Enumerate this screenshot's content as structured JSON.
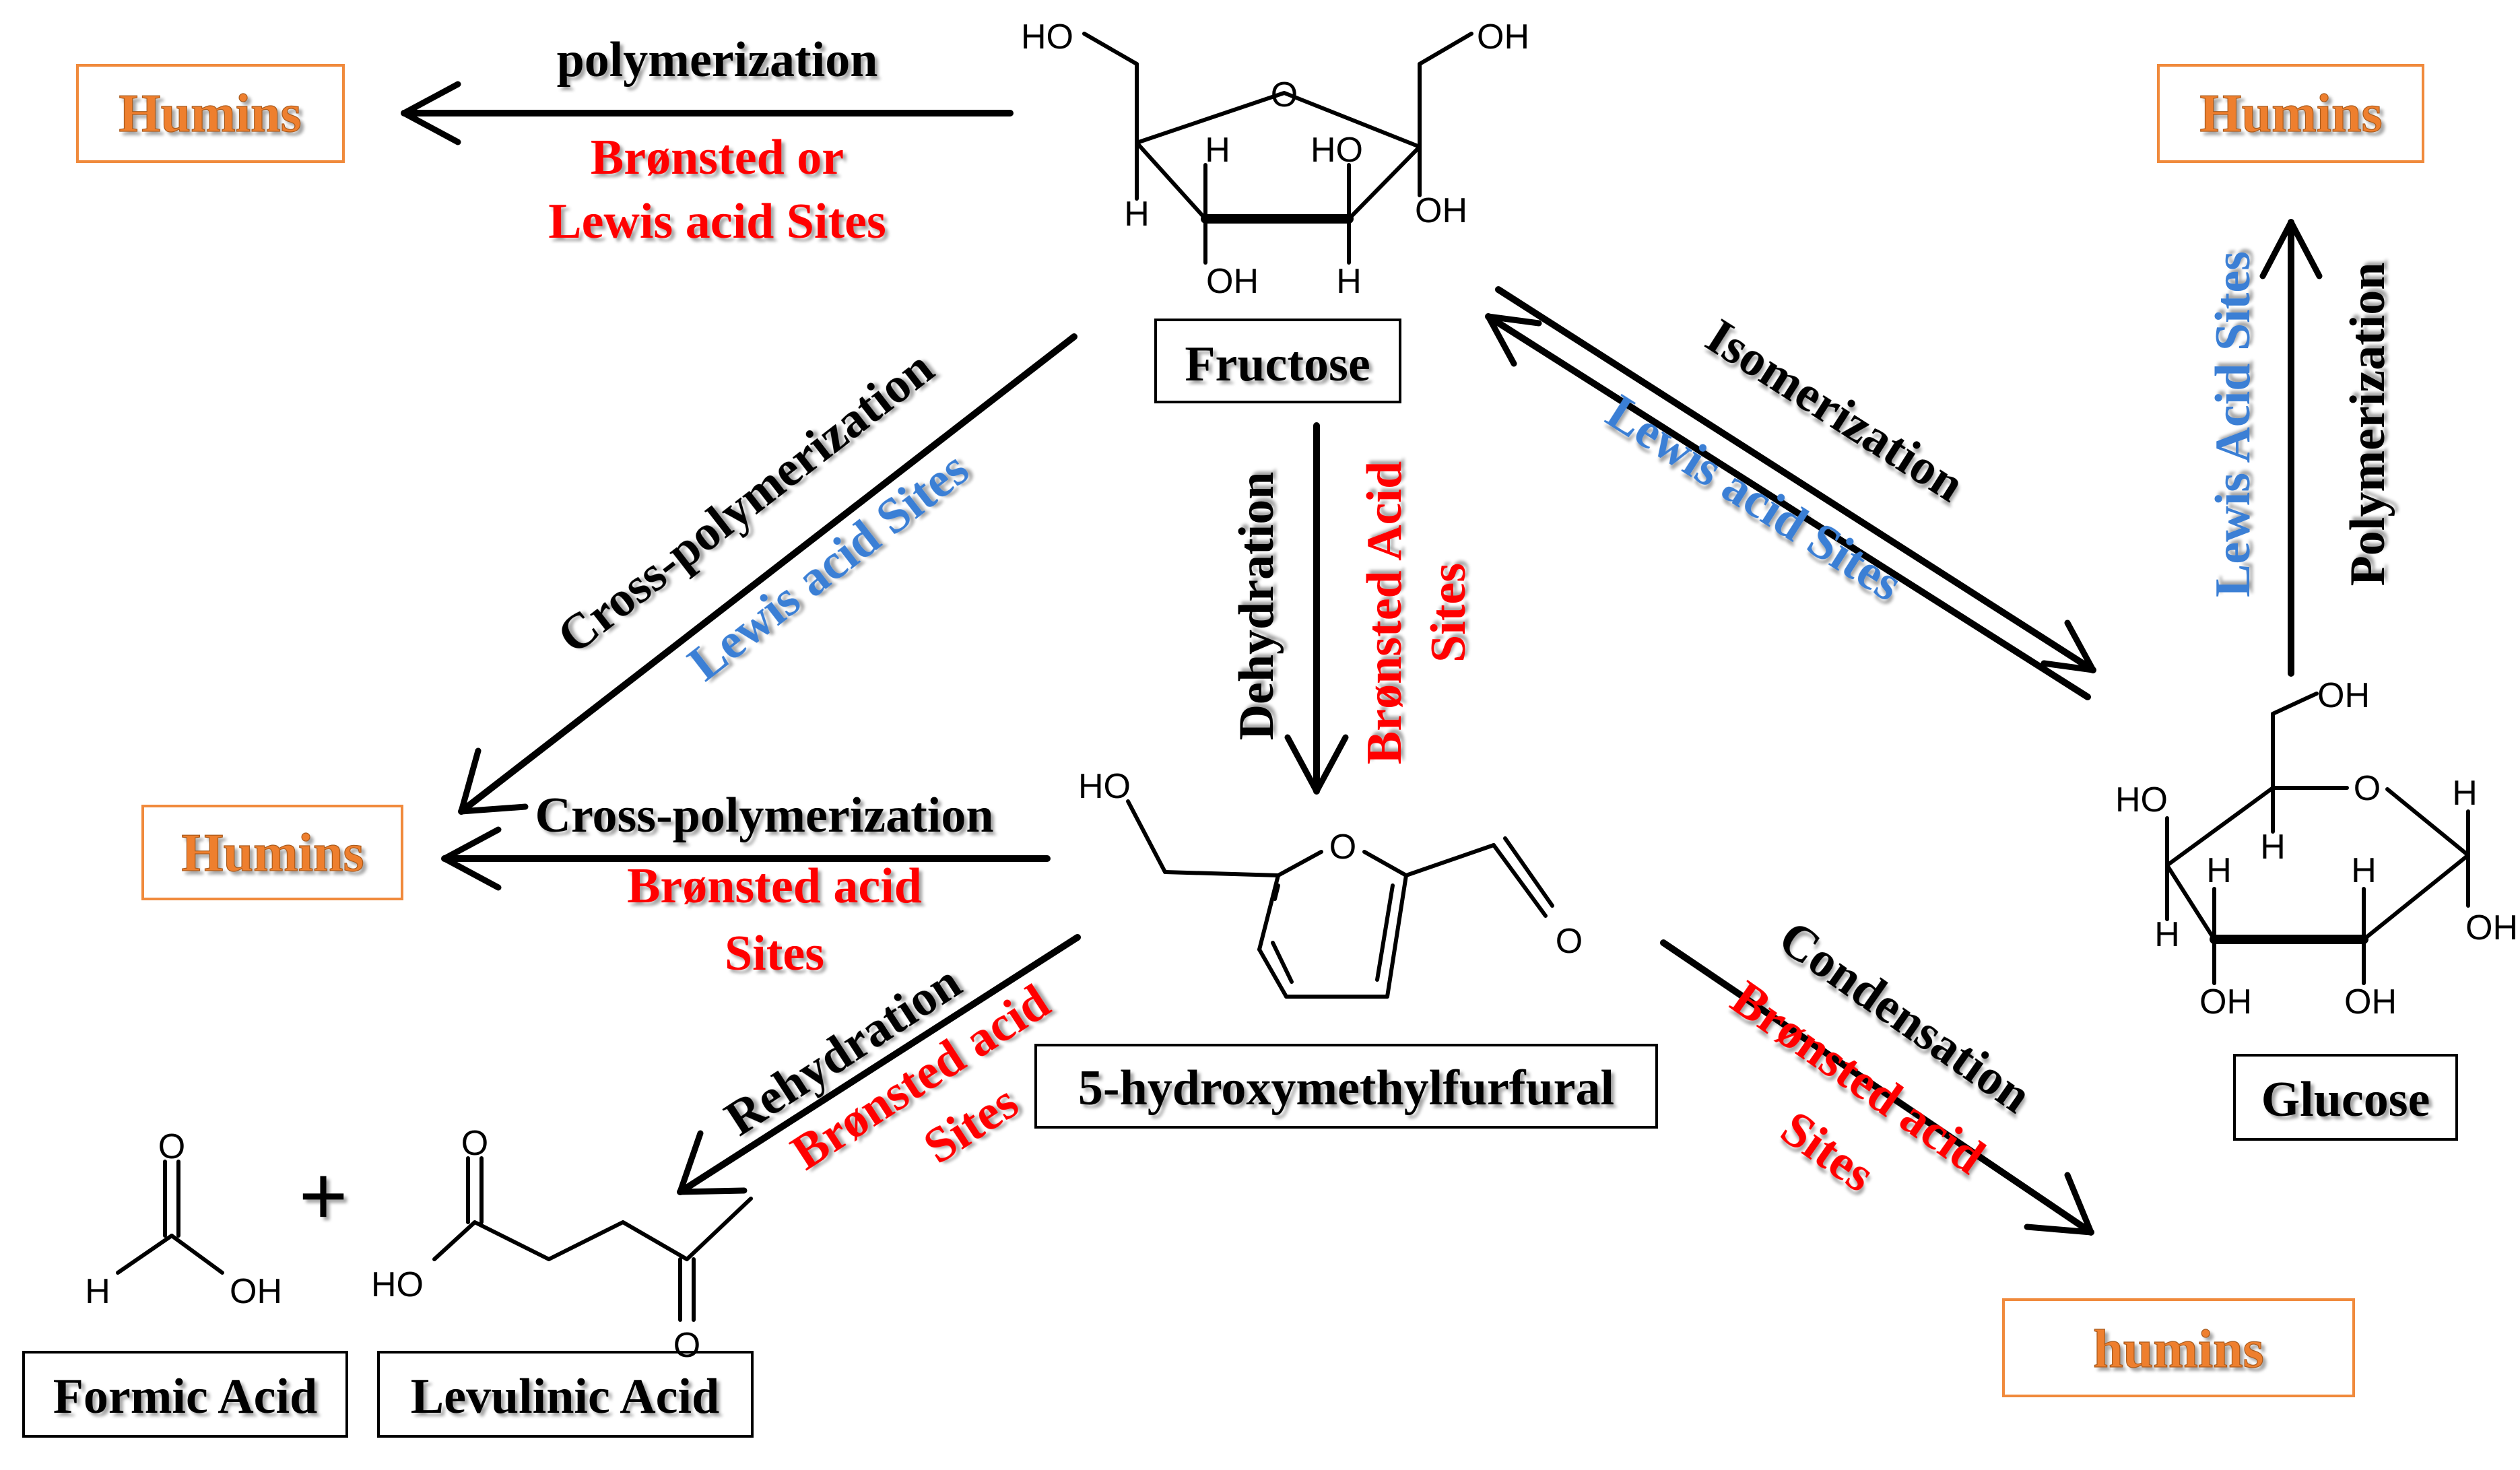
{
  "molecules": {
    "fructose": "Fructose",
    "glucose": "Glucose",
    "hmf": "5-hydroxymethylfurfural",
    "formic_acid": "Formic Acid",
    "levulinic_acid": "Levulinic Acid"
  },
  "humins": {
    "top_left": "Humins",
    "top_right": "Humins",
    "mid_left": "Humins",
    "bottom_right": "humins"
  },
  "reactions": {
    "top_left_process": "polymerization",
    "top_left_catalyst_1": "Brønsted or",
    "top_left_catalyst_2": "Lewis acid Sites",
    "diag_left_process": "Cross-polymerization",
    "diag_left_catalyst": "Lewis acid Sites",
    "mid_left_process": "Cross-polymerization",
    "mid_left_catalyst_1": "Brønsted acid",
    "mid_left_catalyst_2": "Sites",
    "dehydration_process": "Dehydration",
    "dehydration_catalyst_1": "Brønsted Acid",
    "dehydration_catalyst_2": "Sites",
    "isomerization_process": "Isomerization",
    "isomerization_catalyst": "Lewis acid Sites",
    "right_process": "Polymerization",
    "right_catalyst": "Lewis Acid Sites",
    "rehydration_process": "Rehydration",
    "rehydration_catalyst_1": "Brønsted acid",
    "rehydration_catalyst_2": "Sites",
    "condensation_process": "Condensation",
    "condensation_catalyst_1": "Brønsted acid",
    "condensation_catalyst_2": "Sites",
    "plus": "+"
  },
  "atoms": {
    "ho": "HO",
    "oh": "OH",
    "o": "O",
    "h": "H"
  },
  "colors": {
    "process": "#000000",
    "bronsted": "#ff0000",
    "lewis": "#3a7fd5",
    "humins_text": "#ee7f2f",
    "humins_border": "#f08a3c"
  }
}
